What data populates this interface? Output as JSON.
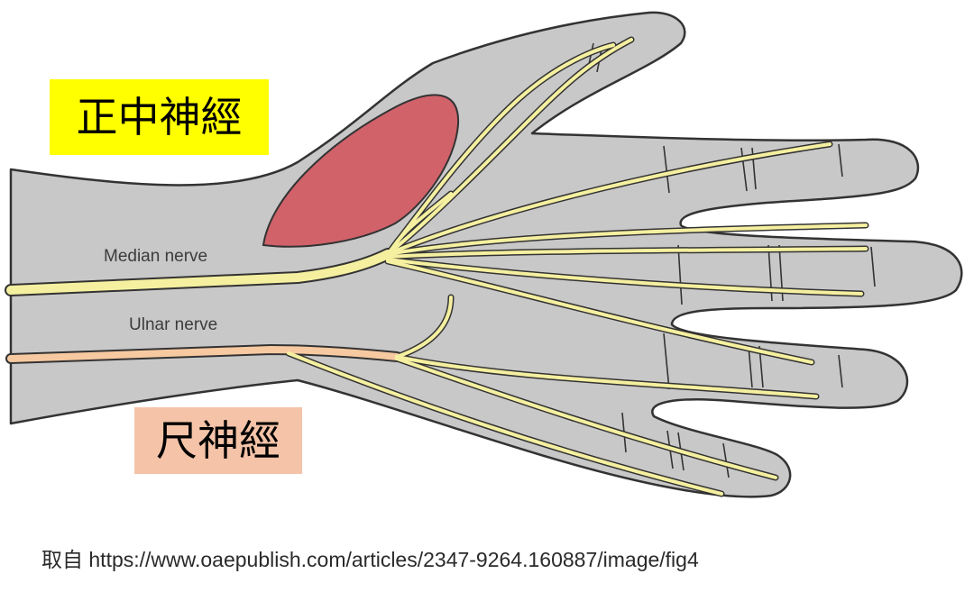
{
  "figure": {
    "median_nerve_label": "Median nerve",
    "ulnar_nerve_label": "Ulnar nerve",
    "median_tag": "正中神經",
    "ulnar_tag": "尺神經",
    "source_prefix": "取自",
    "source_url": "https://www.oaepublish.com/articles/2347-9264.160887/image/fig4"
  },
  "colors": {
    "hand_fill": "#c8c8c8",
    "outline": "#333333",
    "median_nerve": "#f5f0a0",
    "ulnar_nerve": "#f7c9a0",
    "thenar_muscle": "#d1626a",
    "median_tag_bg": "#ffff00",
    "ulnar_tag_bg": "#f4c3a8"
  }
}
